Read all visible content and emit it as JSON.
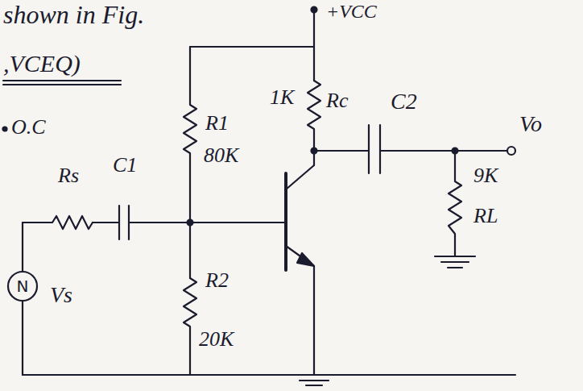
{
  "diagram": {
    "labels": [
      "shown in Fig.",
      "+VCC",
      ",VCEQ)",
      "O.C",
      "1K",
      "Rc",
      "C2",
      "Vo",
      "R1",
      "80K",
      "9K",
      "RL",
      "Rs",
      "C1",
      "Vs",
      "R2",
      "20K",
      "N"
    ]
  }
}
